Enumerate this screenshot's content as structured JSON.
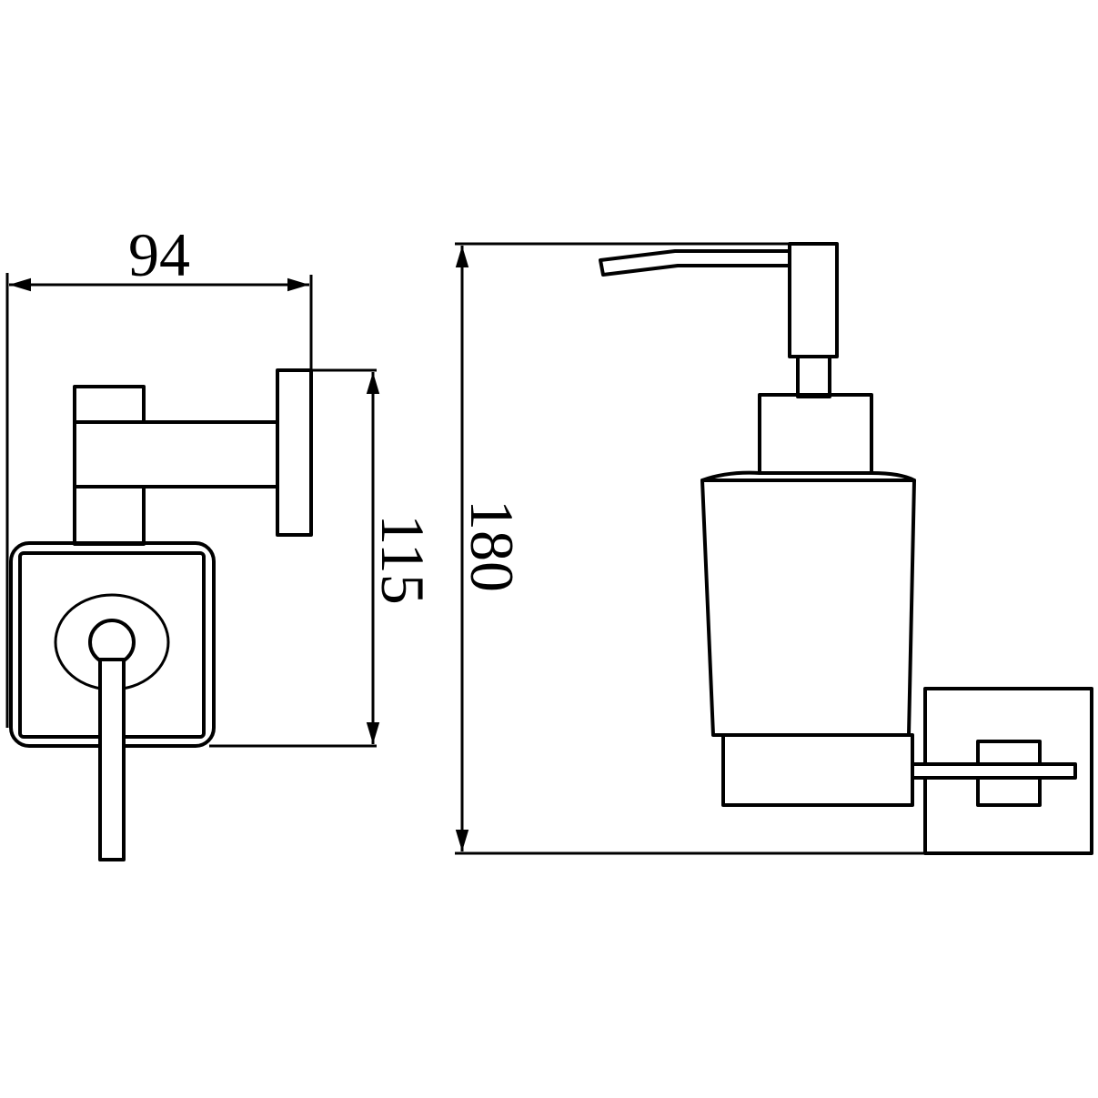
{
  "drawing": {
    "side_view": {
      "width_dimension": "94",
      "height_dimension": "115"
    },
    "front_view": {
      "height_dimension": "180"
    },
    "colors": {
      "line": "#000000",
      "background": "#ffffff"
    }
  }
}
